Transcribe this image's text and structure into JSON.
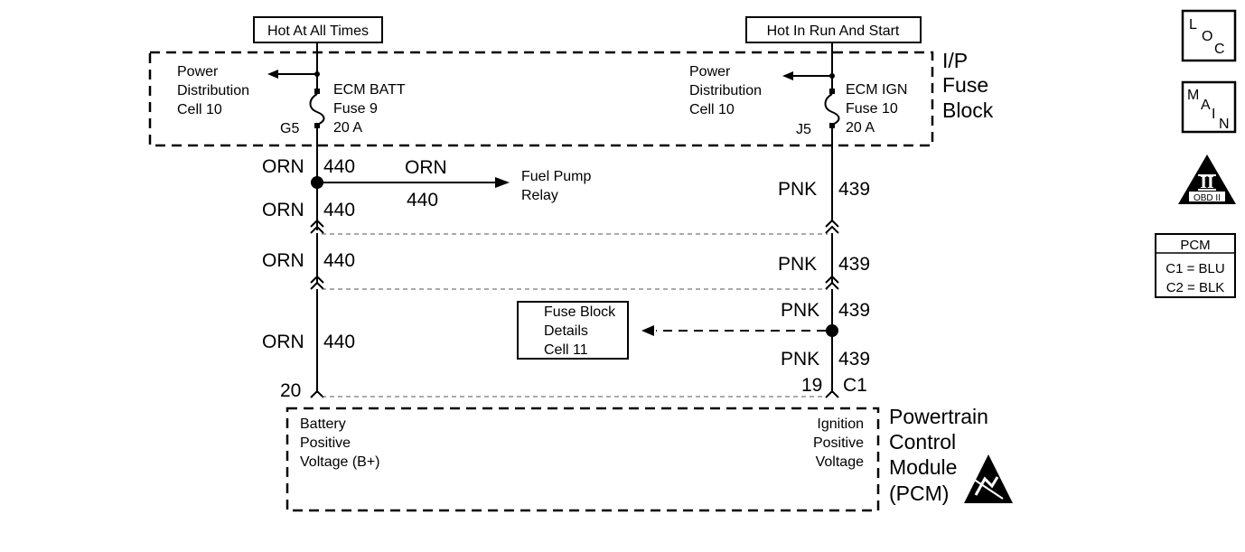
{
  "top_left_box": "Hot At All Times",
  "top_right_box": "Hot In Run And Start",
  "fuse_block": {
    "line1": "I/P",
    "line2": "Fuse",
    "line3": "Block"
  },
  "left_fuse": {
    "ref_line1": "Power",
    "ref_line2": "Distribution",
    "ref_line3": "Cell 10",
    "name_line1": "ECM BATT",
    "name_line2": "Fuse 9",
    "name_line3": "20 A",
    "pin": "G5"
  },
  "right_fuse": {
    "ref_line1": "Power",
    "ref_line2": "Distribution",
    "ref_line3": "Cell 10",
    "name_line1": "ECM IGN",
    "name_line2": "Fuse 10",
    "name_line3": "20 A",
    "pin": "J5"
  },
  "left_wire": {
    "color": "ORN",
    "circuit": "440"
  },
  "right_wire": {
    "color": "PNK",
    "circuit": "439"
  },
  "fuel_pump": {
    "wire_color": "ORN",
    "wire_circuit": "440",
    "line1": "Fuel Pump",
    "line2": "Relay"
  },
  "fuse_details": {
    "line1": "Fuse Block",
    "line2": "Details",
    "line3": "Cell 11"
  },
  "pcm_pins": {
    "left": "20",
    "right": "19",
    "connector": "C1"
  },
  "pcm_inputs": {
    "left_line1": "Battery",
    "left_line2": "Positive",
    "left_line3": "Voltage (B+)",
    "right_line1": "Ignition",
    "right_line2": "Positive",
    "right_line3": "Voltage"
  },
  "pcm_name": {
    "line1": "Powertrain",
    "line2": "Control",
    "line3": "Module",
    "line4": "(PCM)"
  },
  "side_icons": {
    "loc": {
      "l": "L",
      "o": "O",
      "c": "C"
    },
    "main": {
      "m": "M",
      "a": "A",
      "i": "I",
      "n": "N"
    },
    "obd": {
      "numeral": "II",
      "label": "OBD II"
    },
    "pcm_key": {
      "title": "PCM",
      "row1": "C1 = BLU",
      "row2": "C2 = BLK"
    }
  }
}
